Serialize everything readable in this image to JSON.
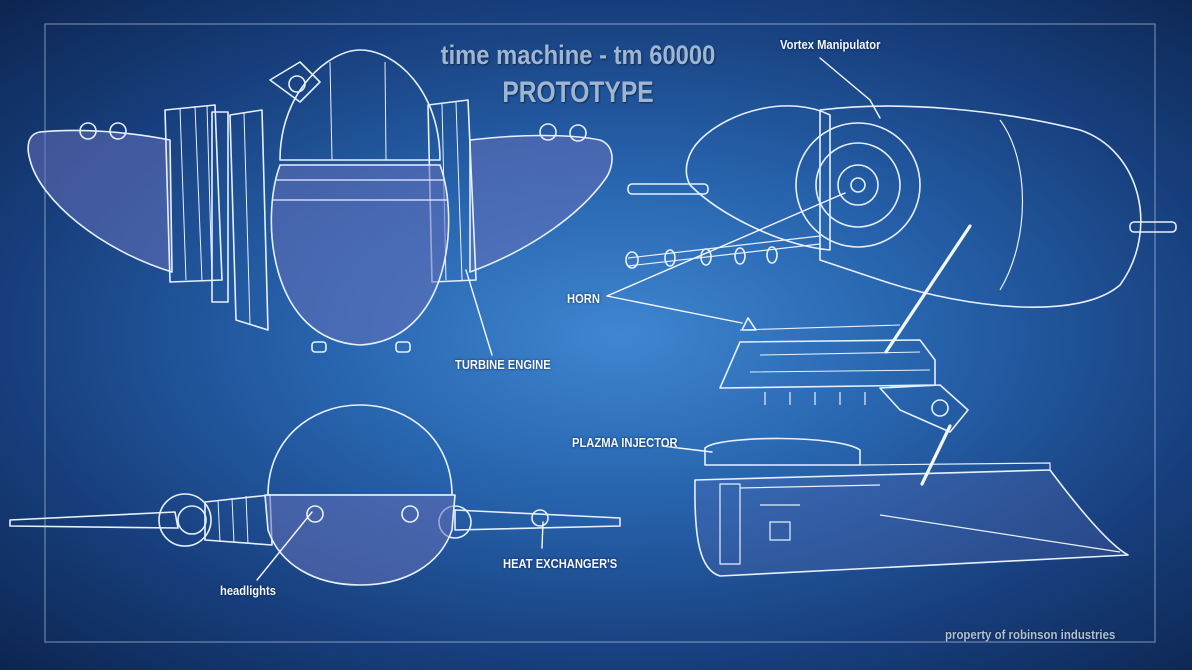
{
  "title": {
    "line1": "time machine - tm 60000",
    "line2": "PROTOTYPE"
  },
  "labels": {
    "vortex": "Vortex Manipulator",
    "horn": "HORN",
    "turbine": "TURBINE ENGINE",
    "plazma": "PLAZMA INJECTOR",
    "heat": "HEAT EXCHANGER'S",
    "headlights": "headlights"
  },
  "footer": "property of robinson industries",
  "colors": {
    "line": "#e6f0ff",
    "fill": "#6470b8",
    "frame": "#b9cde6"
  }
}
